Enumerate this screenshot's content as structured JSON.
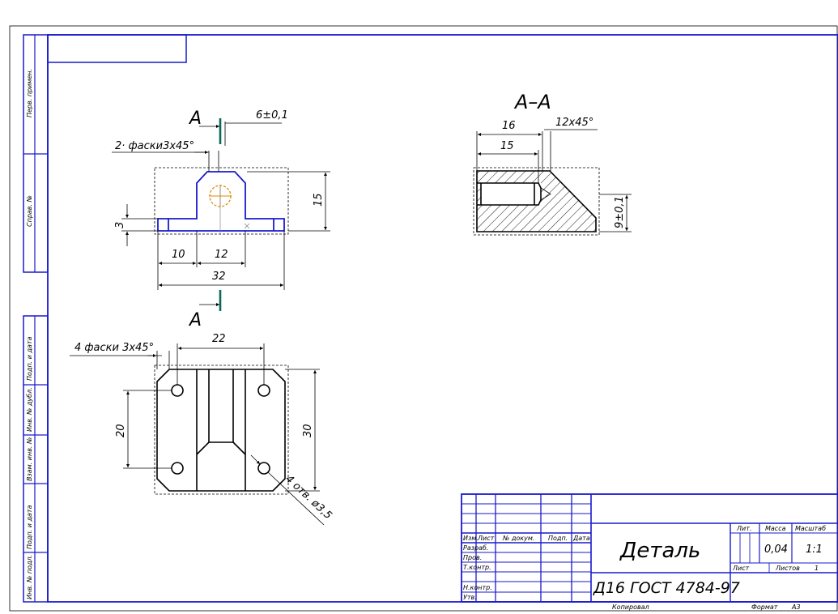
{
  "section": {
    "cut_label": "А",
    "title": "А–А",
    "dim_16": "16",
    "dim_15": "15",
    "dim_chamfer": "12x45°",
    "dim_9": "9±0,1"
  },
  "front_view": {
    "dim_6": "6±0,1",
    "chamfer_note": "2· фаски3х45°",
    "dim_15": "15",
    "dim_3": "3",
    "dim_10": "10",
    "dim_12": "12",
    "dim_32": "32"
  },
  "top_view": {
    "chamfer_note": "4 фаски 3х45°",
    "dim_22": "22",
    "dim_20": "20",
    "dim_30": "30",
    "hole_note": "4 отв. ø3,5"
  },
  "side_stamp": {
    "field_1": "Перв. примен.",
    "field_2": "Справ. №",
    "field_3": "Подп. и дата",
    "field_4": "Инв. № дубл.",
    "field_5": "Взам. инв. №",
    "field_6": "Подп. и дата",
    "field_7": "Инв. № подл."
  },
  "title_block": {
    "col_izm": "Изм.",
    "col_list": "Лист",
    "col_doc": "№ докум.",
    "col_sign": "Подп.",
    "col_date": "Дата",
    "row_razrab": "Разраб.",
    "row_prov": "Пров.",
    "row_tkontr": "Т.контр.",
    "row_nkontr": "Н.контр.",
    "row_utv": "Утв.",
    "part_name": "Деталь",
    "material": "Д16 ГОСТ 4784-97",
    "lit_label": "Лит.",
    "mass_label": "Масса",
    "scale_label": "Масштаб",
    "mass_value": "0,04",
    "scale_value": "1:1",
    "sheet_label": "Лист",
    "sheets_label": "Листов",
    "sheets_value": "1",
    "copied": "Копировал",
    "format": "Формат",
    "format_value": "А3"
  }
}
